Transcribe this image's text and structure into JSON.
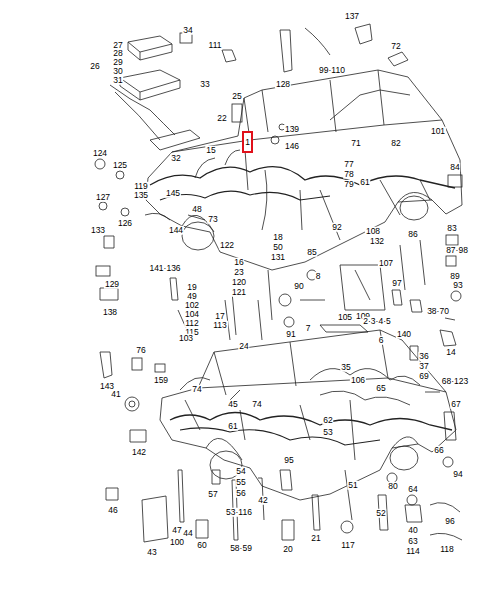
{
  "diagram": {
    "nodes": [
      {
        "text": [
          "1"
        ]
      }
    ],
    "labels": [
      "27",
      "28",
      "29",
      "30",
      "31",
      "26",
      "34",
      "111",
      "137",
      "72",
      "33",
      "128",
      "99·110",
      "25",
      "22",
      "139",
      "146",
      "71",
      "101",
      "82",
      "32",
      "15",
      "124",
      "125",
      "119",
      "135",
      "145",
      "48",
      "77",
      "78",
      "79",
      "61",
      "84",
      "127",
      "126",
      "144",
      "73",
      "92",
      "108",
      "86",
      "83",
      "18",
      "50",
      "131",
      "132",
      "133",
      "122",
      "87·98",
      "129",
      "141·136",
      "16",
      "23",
      "120",
      "121",
      "85",
      "107",
      "89",
      "8",
      "90",
      "97",
      "93",
      "19",
      "49",
      "102",
      "104",
      "112",
      "115",
      "138",
      "17",
      "113",
      "105",
      "109",
      "38·70",
      "2·3·4·5",
      "140",
      "103",
      "24",
      "91",
      "7",
      "6",
      "14",
      "76",
      "36",
      "35",
      "37",
      "143",
      "159",
      "106",
      "69",
      "68·123",
      "74",
      "65",
      "41",
      "45",
      "74",
      "62",
      "67",
      "61",
      "53",
      "142",
      "66",
      "95",
      "94",
      "80",
      "54",
      "55",
      "51",
      "64",
      "57",
      "56",
      "46",
      "42",
      "53·116",
      "52",
      "96",
      "47",
      "40",
      "44",
      "21",
      "117",
      "63",
      "100",
      "43",
      "60",
      "58·59",
      "20",
      "118",
      "114"
    ]
  }
}
